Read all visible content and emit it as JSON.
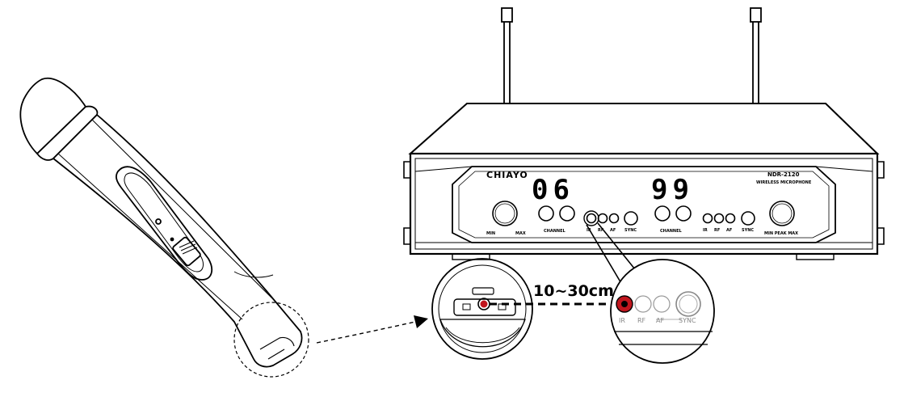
{
  "receiver": {
    "brand": "CHIAYO",
    "model": "NDR-2120",
    "subtitle": "WIRELESS MICROPHONE",
    "display_left": "06",
    "display_right": "99",
    "ch_a": {
      "knob_min": "MIN",
      "knob_max": "MAX",
      "channel": "CHANNEL",
      "ir": "IR",
      "rf": "RF",
      "af": "AF",
      "sync": "SYNC"
    },
    "ch_b": {
      "channel": "CHANNEL",
      "ir": "IR",
      "rf": "RF",
      "af": "AF",
      "sync": "SYNC",
      "knob_label": "MIN PEAK MAX"
    }
  },
  "zoom_panel": {
    "ir": "IR",
    "rf": "RF",
    "af": "AF",
    "sync": "SYNC"
  },
  "distance_label": "10~30cm",
  "colors": {
    "ir_led": "#c0161e",
    "line": "#000000",
    "zoom_text": "#888888"
  }
}
